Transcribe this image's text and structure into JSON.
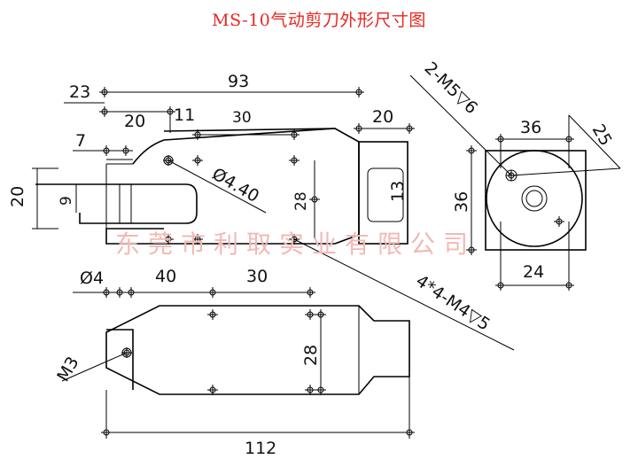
{
  "title": "MS-10气动剪刀外形尺寸图",
  "watermark": "东莞市利取实业有限公司",
  "top_view": {
    "dim_93": "93",
    "dim_23": "23",
    "dim_20_left": "20",
    "dim_11": "11",
    "dim_30": "30",
    "dim_20_right": "20",
    "dim_7": "7",
    "dim_20_vertical": "20",
    "dim_9": "9",
    "dim_28": "28",
    "dim_13": "13",
    "dim_hole": "Ø4.40",
    "dim_4_dia": "Ø4",
    "dim_40": "40",
    "dim_30_lower": "30"
  },
  "side_view": {
    "dim_36_top": "36",
    "dim_36_left": "36",
    "dim_25": "25",
    "dim_24": "24",
    "callout_m5": "2-M5▽6"
  },
  "front_view": {
    "callout_m4": "4*4-M4▽5",
    "dim_m3": "M3",
    "dim_28": "28",
    "dim_112": "112"
  }
}
